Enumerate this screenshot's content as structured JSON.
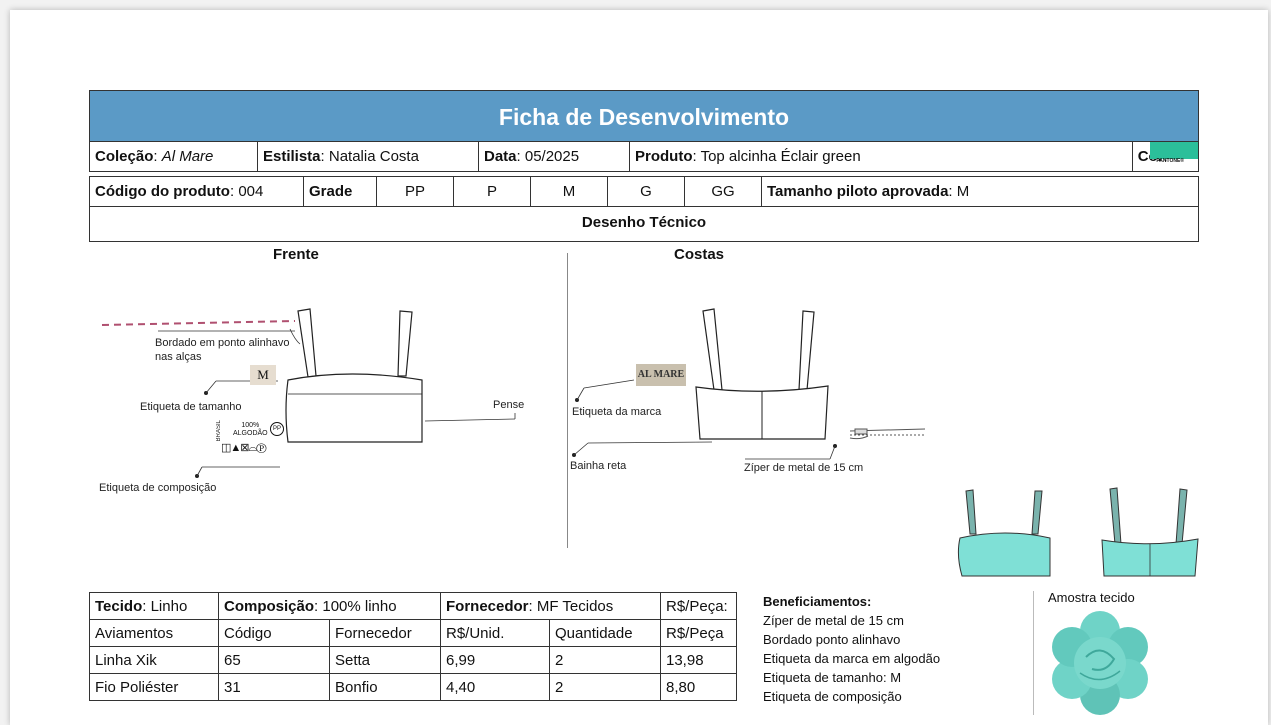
{
  "header": {
    "title": "Ficha de Desenvolvimento",
    "colecao_label": "Coleção",
    "colecao_value": "Al Mare",
    "estilista_label": "Estilista",
    "estilista_value": "Natalia Costa",
    "data_label": "Data",
    "data_value": "05/2025",
    "produto_label": "Produto",
    "produto_value": "Top alcinha Éclair green",
    "cor_label": "Cor",
    "pantone_brand": "PANTONE®",
    "codigo_label": "Código do produto",
    "codigo_value": "004",
    "grade_label": "Grade",
    "sizes": [
      "PP",
      "P",
      "M",
      "G",
      "GG"
    ],
    "piloto_label": "Tamanho piloto aprovada",
    "piloto_value": "M",
    "desenho_tecnico": "Desenho Técnico",
    "pantone_color": "#2bbf9a",
    "title_bar_color": "#5b9ac6"
  },
  "frente": {
    "label": "Frente",
    "bordado": "Bordado em ponto alinhavo",
    "bordado_2": "nas alças",
    "etiqueta_tamanho": "Etiqueta de tamanho",
    "pense": "Pense",
    "etiqueta_composicao": "Etiqueta de composição",
    "size_tag_text": "M",
    "comp_brasil": "BRASIL",
    "comp_pct": "100%",
    "comp_material": "ALGODÃO",
    "comp_size": "PP"
  },
  "costas": {
    "label": "Costas",
    "etiqueta_marca": "Etiqueta da marca",
    "bainha": "Bainha reta",
    "ziper": "Zíper de metal de 15 cm",
    "brand_tag_text": "AL MARE"
  },
  "materials": {
    "tecido_label": "Tecido",
    "tecido_value": "Linho",
    "composicao_label": "Composição",
    "composicao_value": "100% linho",
    "fornecedor_label": "Fornecedor",
    "fornecedor_value": "MF Tecidos",
    "rs_peca_header": "R$/Peça:",
    "columns": [
      "Aviamentos",
      "Código",
      "Fornecedor",
      "R$/Unid.",
      "Quantidade",
      "R$/Peça"
    ],
    "rows": [
      [
        "Linha Xik",
        "65",
        "Setta",
        "6,99",
        "2",
        "13,98"
      ],
      [
        "Fio Poliéster",
        "31",
        "Bonfio",
        "4,40",
        "2",
        "8,80"
      ]
    ]
  },
  "beneficiamentos": {
    "title": "Beneficiamentos:",
    "items": [
      "Zíper de metal de 15 cm",
      "Bordado ponto alinhavo",
      "Etiqueta da marca em algodão",
      "Etiqueta de tamanho: M",
      "Etiqueta de composição"
    ]
  },
  "amostra": {
    "label": "Amostra tecido",
    "fabric_color": "#6fd3c7"
  }
}
